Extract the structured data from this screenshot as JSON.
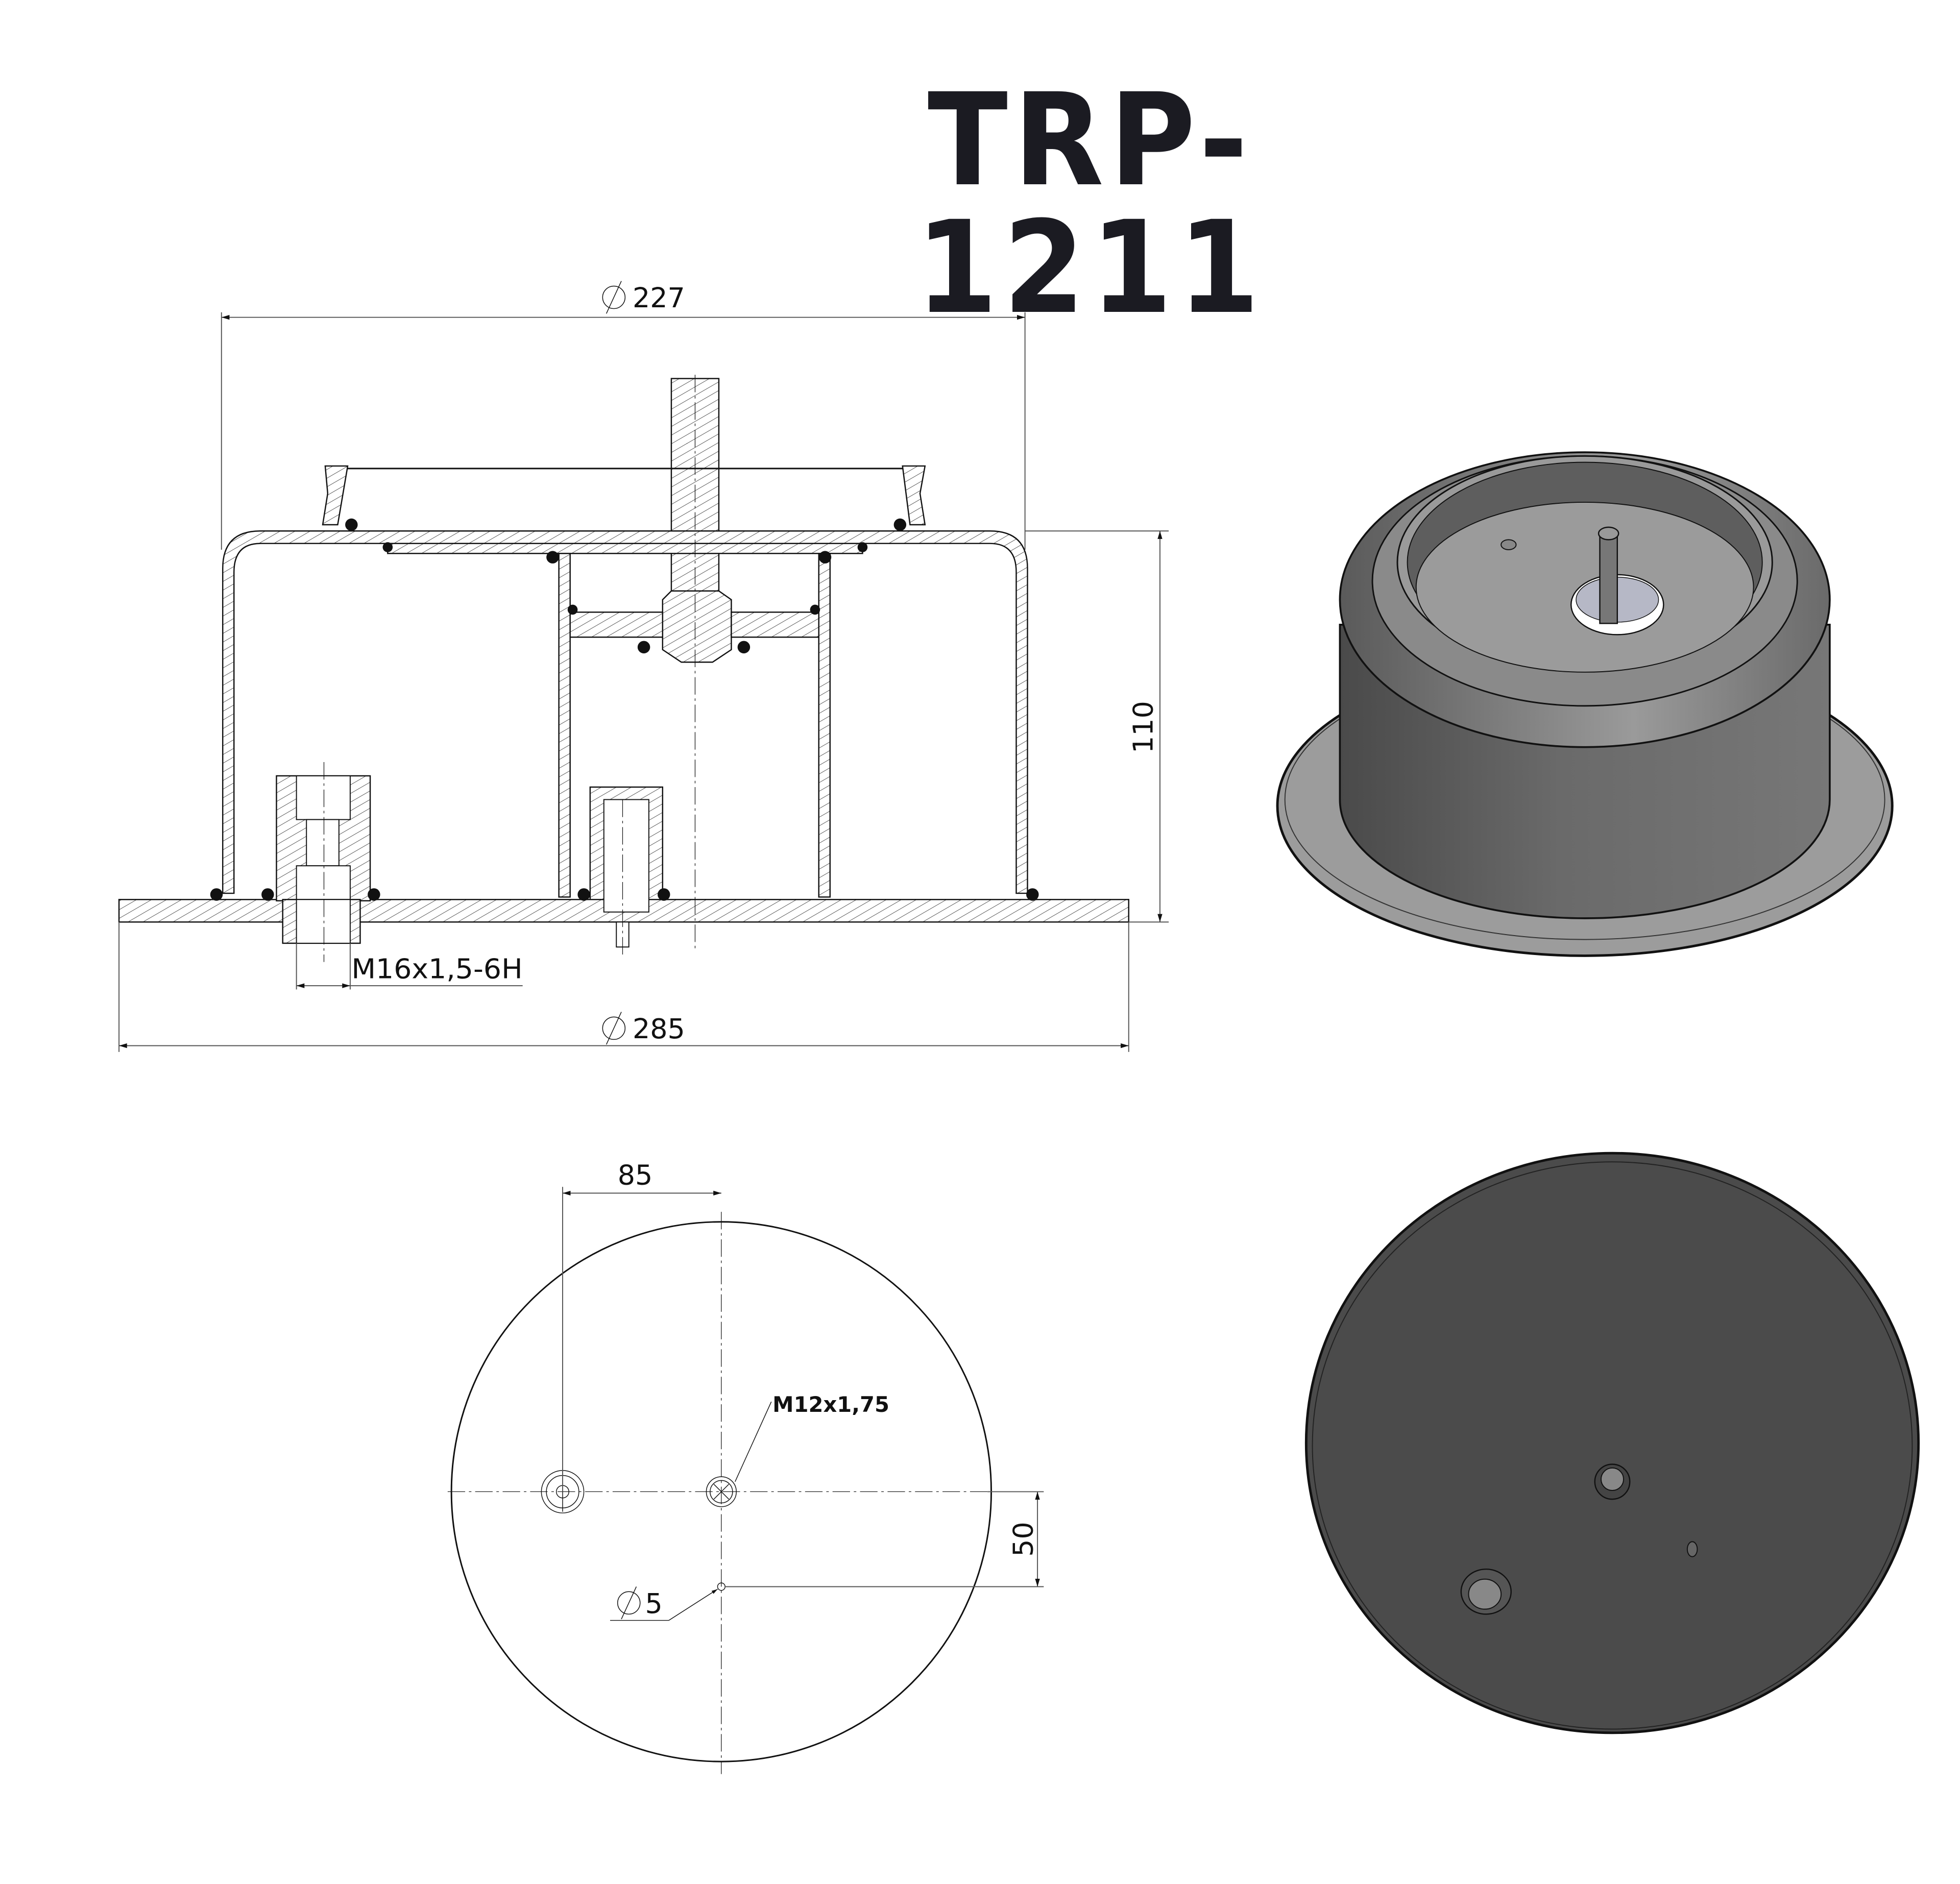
{
  "title": "TRP-1211",
  "section_view": {
    "dimensions": {
      "top_diameter": {
        "symbol": "⌀",
        "value": "227"
      },
      "height": {
        "value": "110"
      },
      "bottom_diameter": {
        "symbol": "⌀",
        "value": "285"
      },
      "thread_port": {
        "value": "M16x1,5-6H"
      }
    }
  },
  "bottom_view": {
    "dimensions": {
      "offset_horizontal": {
        "value": "85"
      },
      "offset_vertical": {
        "value": "50"
      },
      "pin_hole": {
        "symbol": "⌀",
        "value": "5"
      },
      "center_thread": {
        "value": "M12x1,75"
      }
    }
  },
  "iso_views": {
    "top_view": {
      "body_color": "#6e6e6e",
      "flange_color": "#9c9c9c",
      "highlight_color": "#a8a8a8"
    },
    "bottom_view": {
      "face_color": "#4b4b4b",
      "side_color": "#808080"
    }
  },
  "colors": {
    "title": "#1b1b22",
    "line": "#111111",
    "background": "#ffffff"
  }
}
